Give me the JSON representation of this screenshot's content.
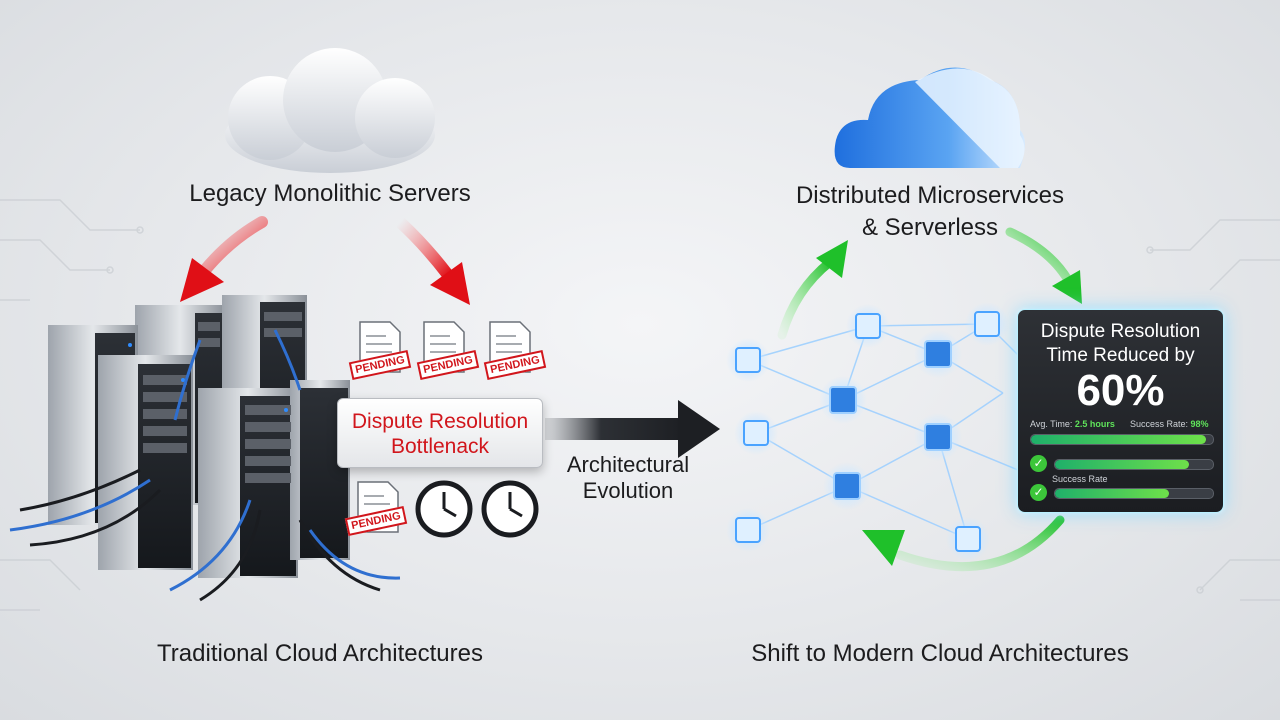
{
  "left": {
    "heading": "Legacy Monolithic Servers",
    "footer": "Traditional Cloud Architectures",
    "bottleneck": "Dispute Resolution Bottlenack",
    "pending_stamp": "PENDING"
  },
  "center": {
    "label": "Architectural Evolution"
  },
  "right": {
    "heading_line1": "Distributed Microservices",
    "heading_line2": "& Serverless",
    "footer": "Shift to Modern Cloud Architectures",
    "panel": {
      "title_line1": "Dispute Resolution",
      "title_line2": "Time Reduced by",
      "value": "60%",
      "avg_label": "Avg. Time:",
      "avg_value": "2.5 hours",
      "success_label": "Success Rate:",
      "success_value": "98%",
      "success_rate_label": "Success Rate",
      "bar_levels": [
        0.96,
        0.85,
        0.72
      ]
    }
  },
  "colors": {
    "alert_red": "#d1161c",
    "success_green": "#3cc63a",
    "cloud_blue": "#2f7fe0",
    "node_blue": "#4aa3ff"
  }
}
